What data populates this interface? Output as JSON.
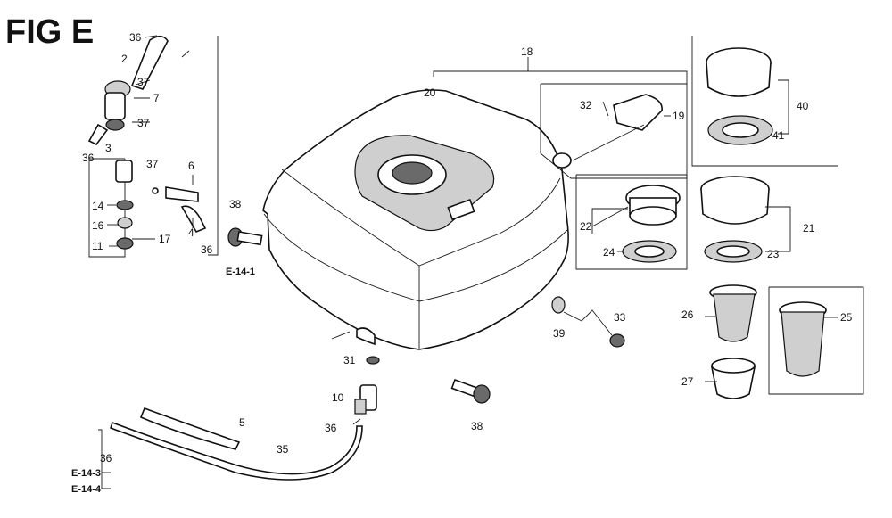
{
  "figure": {
    "title": "FIG E",
    "ref_e141": "E-14-1",
    "ref_e143": "E-14-3",
    "ref_e144": "E-14-4"
  },
  "callouts": {
    "c2": "2",
    "c3": "3",
    "c4": "4",
    "c5": "5",
    "c6": "6",
    "c7": "7",
    "c10": "10",
    "c11": "11",
    "c14": "14",
    "c16": "16",
    "c17": "17",
    "c18": "18",
    "c19": "19",
    "c20": "20",
    "c21": "21",
    "c22": "22",
    "c23": "23",
    "c24": "24",
    "c25": "25",
    "c26": "26",
    "c27": "27",
    "c31": "31",
    "c32": "32",
    "c33": "33",
    "c35": "35",
    "c36": "36",
    "c37": "37",
    "c38": "38",
    "c39": "39",
    "c40": "40",
    "c41": "41"
  }
}
